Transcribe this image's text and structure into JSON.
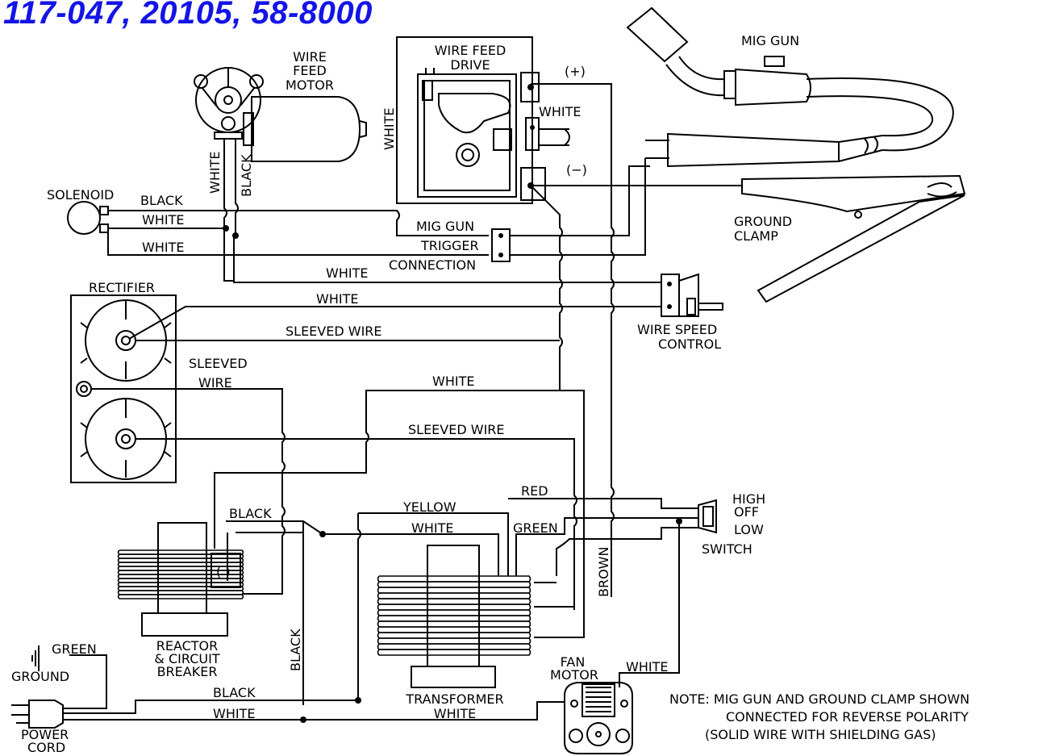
{
  "title": "117-047, 20105, 58-8000",
  "labels": {
    "wire_feed_motor": [
      "WIRE",
      "FEED",
      "MOTOR"
    ],
    "wire_feed_drive": [
      "WIRE FEED",
      "DRIVE"
    ],
    "mig_gun": "MIG GUN",
    "plus": "(+)",
    "minus": "(−)",
    "white_drive": "WHITE",
    "white_vertical": "WHITE",
    "white_motor": "WHITE",
    "black_motor": "BLACK",
    "solenoid": "SOLENOID",
    "black_solenoid": "BLACK",
    "white_solenoid_1": "WHITE",
    "white_solenoid_2": "WHITE",
    "mig_gun_trigger": [
      "MIG GUN",
      "TRIGGER",
      "CONNECTION"
    ],
    "ground_clamp": [
      "GROUND",
      "CLAMP"
    ],
    "white_mid_1": "WHITE",
    "rectifier": "RECTIFIER",
    "white_mid_2": "WHITE",
    "sleeved_wire_1": "SLEEVED WIRE",
    "sleeved_wire_left": [
      "SLEEVED",
      "WIRE"
    ],
    "white_mid_3": "WHITE",
    "sleeved_wire_2": "SLEEVED WIRE",
    "wire_speed_control": [
      "WIRE SPEED",
      "CONTROL"
    ],
    "red": "RED",
    "yellow": "YELLOW",
    "black_reactor": "BLACK",
    "white_reactor": "WHITE",
    "green_switch": "GREEN",
    "switch": [
      "HIGH",
      "OFF",
      "LOW",
      "SWITCH"
    ],
    "brown": "BROWN",
    "reactor": [
      "REACTOR",
      "& CIRCUIT",
      "BREAKER"
    ],
    "black_vertical": "BLACK",
    "green_ground": "GREEN",
    "ground": "GROUND",
    "black_cord": "BLACK",
    "white_cord": "WHITE",
    "power_cord": [
      "POWER",
      "CORD"
    ],
    "transformer": [
      "TRANSFORMER",
      "WHITE"
    ],
    "fan_motor": [
      "FAN",
      "MOTOR"
    ],
    "white_fan": "WHITE",
    "note": [
      "NOTE: MIG GUN AND GROUND CLAMP SHOWN",
      "CONNECTED FOR REVERSE POLARITY",
      "(SOLID WIRE WITH SHIELDING GAS)"
    ]
  },
  "colors": {
    "title": "#1414e6",
    "ink": "#000000"
  }
}
